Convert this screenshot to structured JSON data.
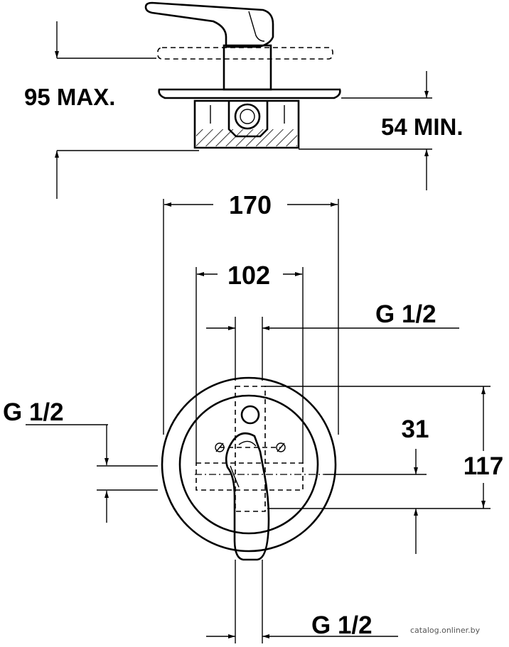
{
  "labels": {
    "max_height": "95 MAX.",
    "min_depth": "54 MIN.",
    "plate_width": "170",
    "inlet_spacing": "102",
    "thread_top": "G 1/2",
    "thread_left": "G 1/2",
    "thread_bottom": "G 1/2",
    "offset": "31",
    "height": "117"
  },
  "watermark": "catalog.onliner.by"
}
